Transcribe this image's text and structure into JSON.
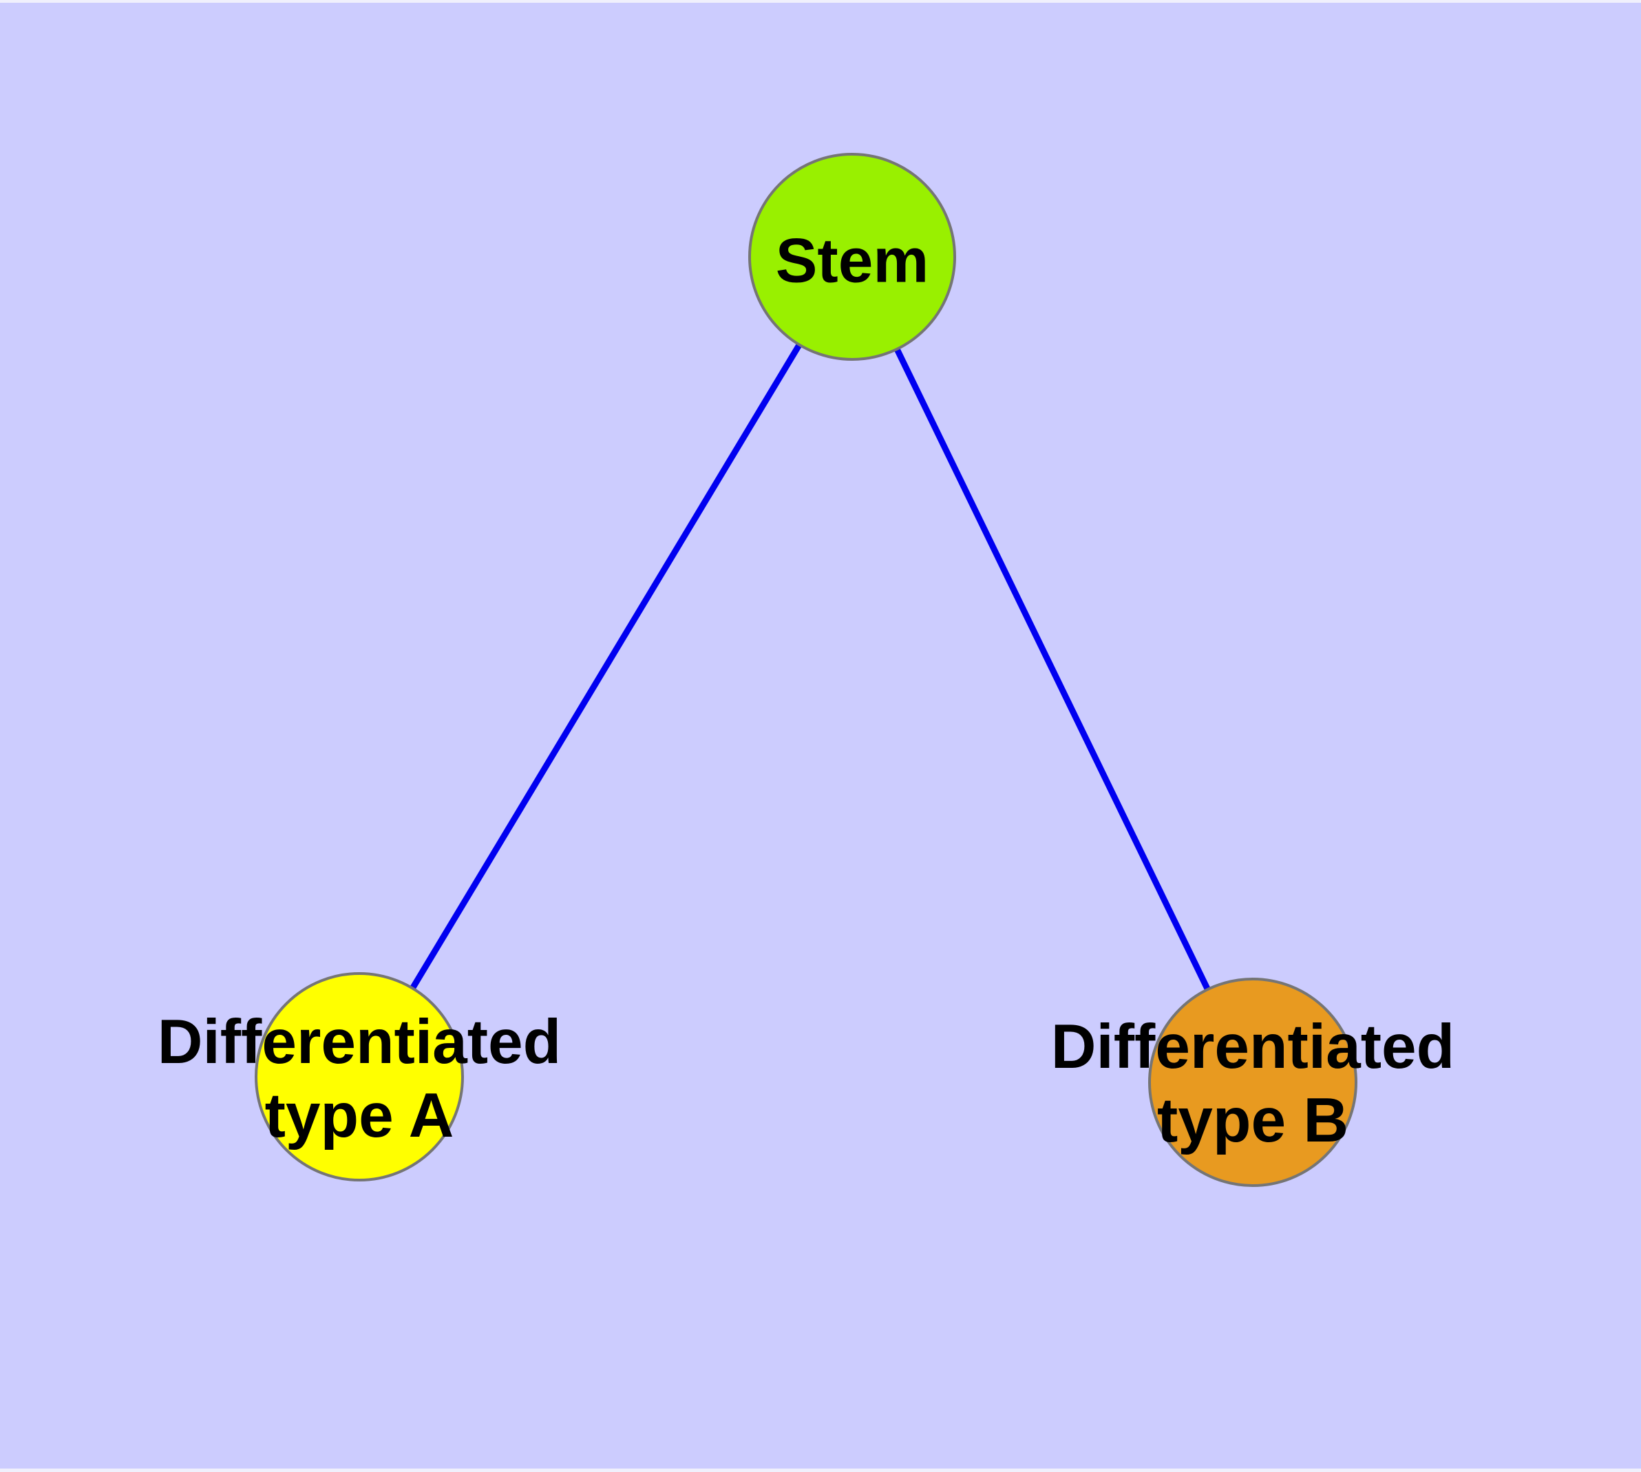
{
  "diagram": {
    "background_color": "#CCCCFE",
    "edge_color": "#0000F0",
    "edge_width": 9,
    "node_border_color": "#757575",
    "label_color": "#000000",
    "nodes": [
      {
        "id": "stem",
        "label": "Stem",
        "fill": "#99F000"
      },
      {
        "id": "type_a",
        "label": "Differentiated\ntype A",
        "fill": "#FFFF00"
      },
      {
        "id": "type_b",
        "label": "Differentiated\ntype B",
        "fill": "#E89A20"
      }
    ],
    "edges": [
      {
        "from": "stem",
        "to": "type_a"
      },
      {
        "from": "stem",
        "to": "type_b"
      }
    ]
  }
}
